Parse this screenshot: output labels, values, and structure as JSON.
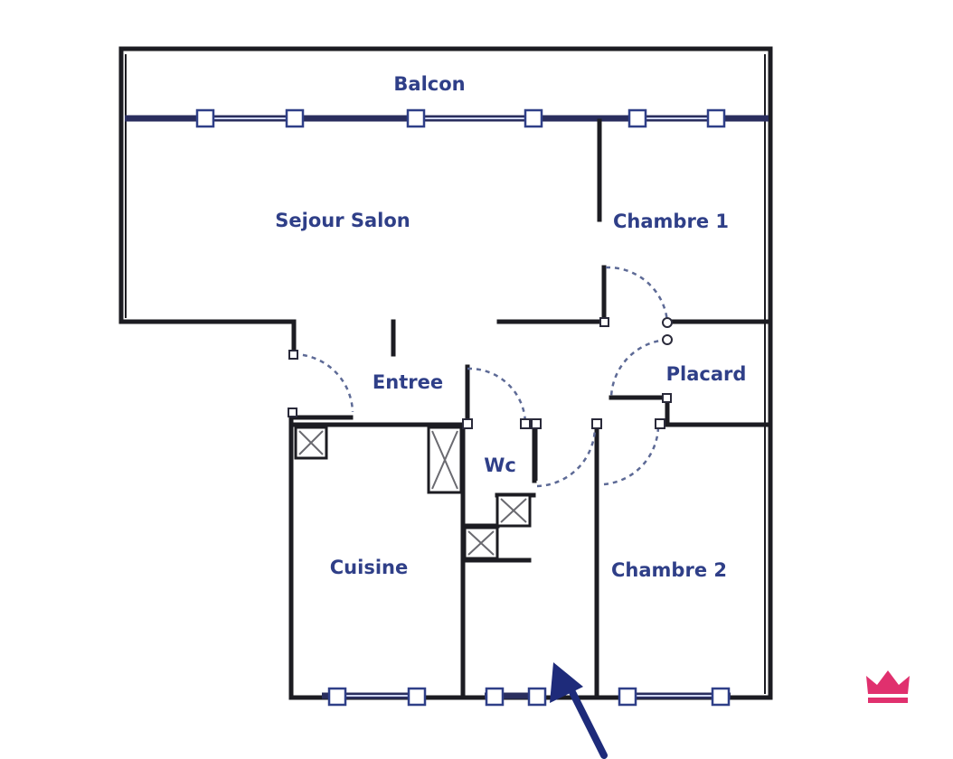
{
  "plan": {
    "rooms": {
      "balcon": "Balcon",
      "sejour": "Sejour Salon",
      "chambre1": "Chambre 1",
      "entree": "Entree",
      "placard": "Placard",
      "wc": "Wc",
      "cuisine": "Cuisine",
      "chambre2": "Chambre 2"
    }
  },
  "colors": {
    "label": "#2f3f88",
    "wall": "#1c1c22",
    "arrow": "#1e2b7a",
    "logo": "#e0306e"
  },
  "icons": {
    "entrance": "entrance-arrow-icon",
    "logo": "crown-icon"
  }
}
